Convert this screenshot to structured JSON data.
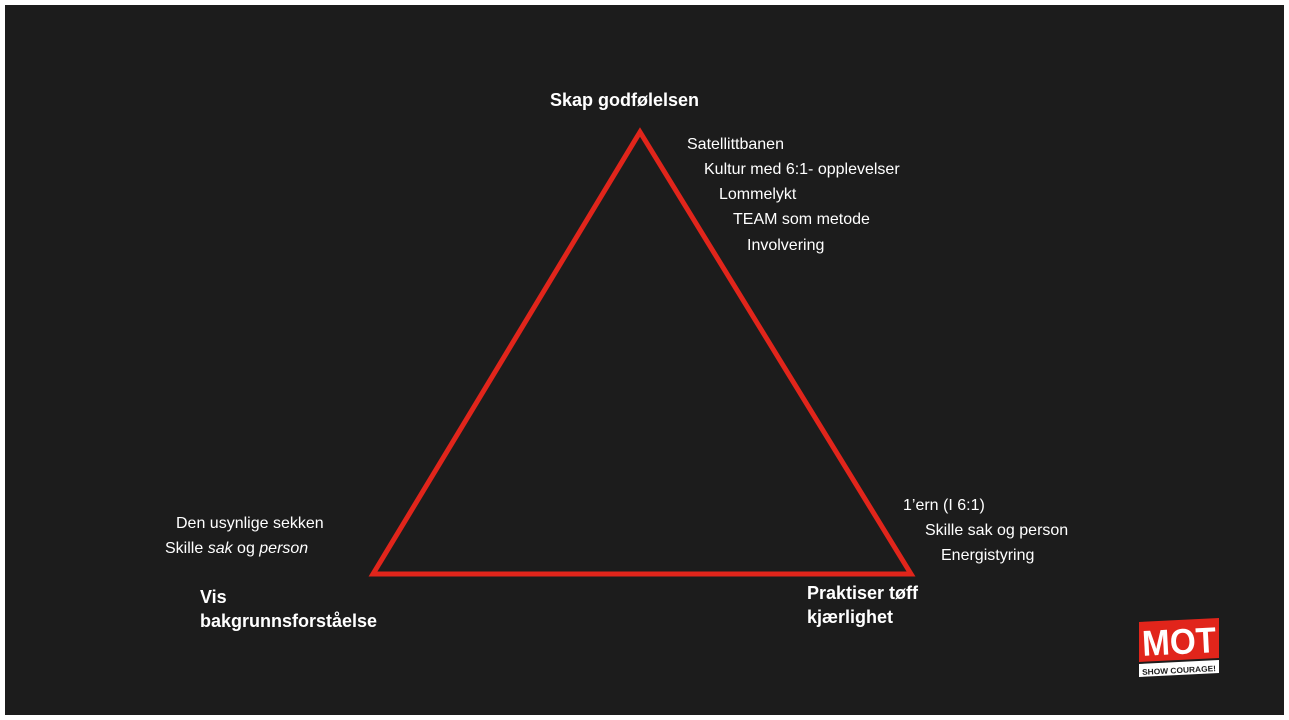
{
  "diagram": {
    "vertices": {
      "top": {
        "title": "Skap godfølelsen"
      },
      "bottom_left": {
        "title_line1": "Vis",
        "title_line2": "bakgrunnsforståelse"
      },
      "bottom_right": {
        "title_line1": "Praktiser tøff",
        "title_line2": "kjærlighet"
      }
    },
    "top_items": [
      "Satellittbanen",
      "Kultur med 6:1- opplevelser",
      "Lommelykt",
      "TEAM som metode",
      "Involvering"
    ],
    "left_items": {
      "line1": "Den usynlige sekken",
      "line2_prefix": "Skille ",
      "line2_em1": "sak",
      "line2_mid": " og ",
      "line2_em2": "person"
    },
    "right_items": [
      "1’ern (I 6:1)",
      "Skille sak og person",
      "Energistyring"
    ]
  },
  "logo": {
    "text": "MOT",
    "subtext": "SHOW COURAGE!"
  },
  "colors": {
    "background": "#1c1c1c",
    "triangle_stroke": "#e1251b",
    "text": "#ffffff",
    "logo_red": "#e1251b"
  }
}
